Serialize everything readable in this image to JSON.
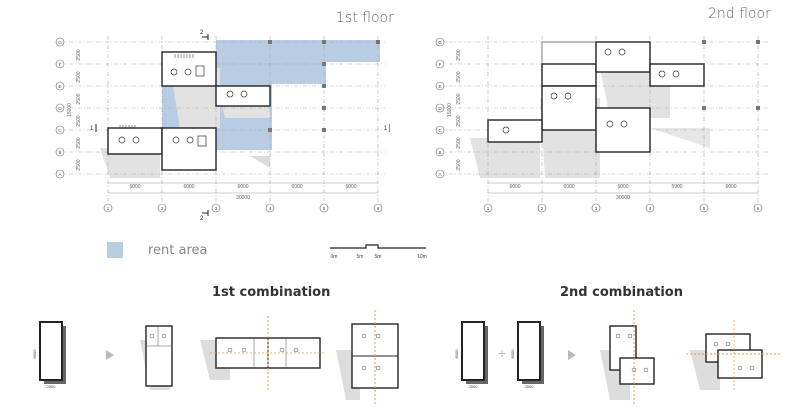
{
  "floor1": {
    "title": "1st floor",
    "rows": [
      "G",
      "F",
      "E",
      "D",
      "C",
      "B",
      "A"
    ],
    "cols": [
      "1",
      "2",
      "3",
      "4",
      "5",
      "6"
    ],
    "row_dims": [
      "2500",
      "2500",
      "2500",
      "2500",
      "2500",
      "2500"
    ],
    "col_dims": [
      "6000",
      "6000",
      "6000",
      "6000",
      "6000"
    ],
    "total_row": "15000",
    "total_col": "30000",
    "section_marks": [
      "2",
      "2",
      "1",
      "1"
    ]
  },
  "floor2": {
    "title": "2nd floor",
    "rows": [
      "G",
      "F",
      "E",
      "D",
      "C",
      "B",
      "A"
    ],
    "cols": [
      "1",
      "2",
      "3",
      "4",
      "5",
      "6"
    ],
    "row_dims": [
      "2500",
      "2500",
      "2500",
      "2500",
      "2500",
      "2500"
    ],
    "col_dims": [
      "6000",
      "6000",
      "6000",
      "5900",
      "6000"
    ],
    "total_row": "15000",
    "total_col": "30000"
  },
  "legend": {
    "label": "rent area",
    "color": "#b8cde3"
  },
  "scale": {
    "ticks": [
      "0m",
      "5m",
      "5m",
      "10m"
    ]
  },
  "combo1": {
    "title": "1st combination",
    "dim_v": "8000",
    "dim_h": "2500"
  },
  "combo2": {
    "title": "2nd combination",
    "dim_v": "8000",
    "dim_h": "2500",
    "plus": "+"
  },
  "colors": {
    "grid": "#999999",
    "wall": "#222222",
    "shadow": "#e2e2e2",
    "rent": "#b8cde3",
    "axis": "#e0a040"
  }
}
